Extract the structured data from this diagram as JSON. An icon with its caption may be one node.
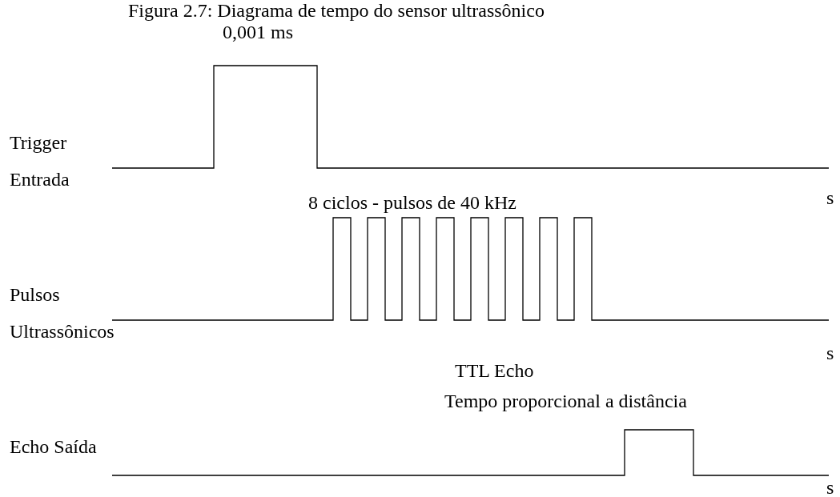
{
  "diagram": {
    "caption": "Figura 2.7: Diagrama de tempo do sensor ultrassônico",
    "labels": [
      "0,001 ms",
      "Trigger Entrada",
      "s",
      "8 ciclos - pulsos de 40 kHz",
      "Pulsos Ultrassônicos",
      "s",
      "TTL Echo",
      "Tempo proporcional a distância",
      "Echo Saída",
      "s"
    ]
  }
}
